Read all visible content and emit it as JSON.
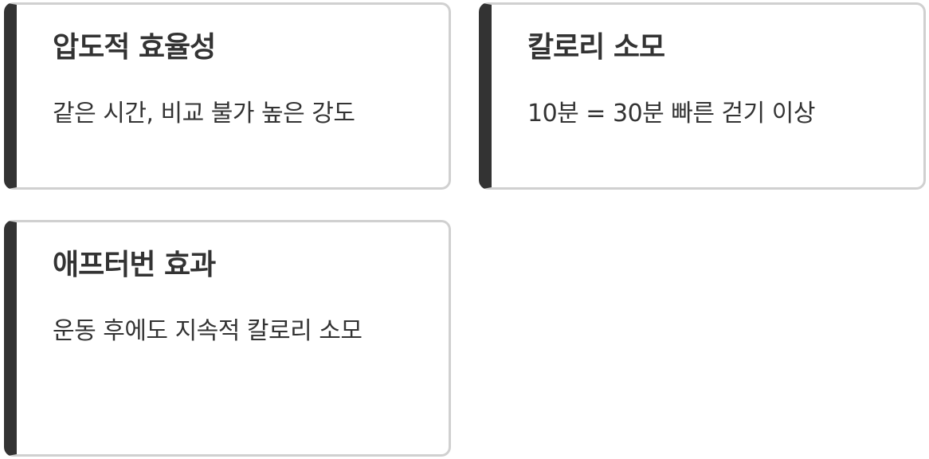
{
  "cards": [
    {
      "title": "압도적 효율성",
      "description": "같은 시간, 비교 불가 높은 강도"
    },
    {
      "title": "칼로리 소모",
      "description": "10분 = 30분 빠른 걷기 이상"
    },
    {
      "title": "애프터번 효과",
      "description": "운동 후에도 지속적 칼로리 소모"
    }
  ],
  "colors": {
    "accent_border": "#333333",
    "card_border": "#d0d0d0",
    "text": "#333333",
    "background": "#ffffff"
  }
}
